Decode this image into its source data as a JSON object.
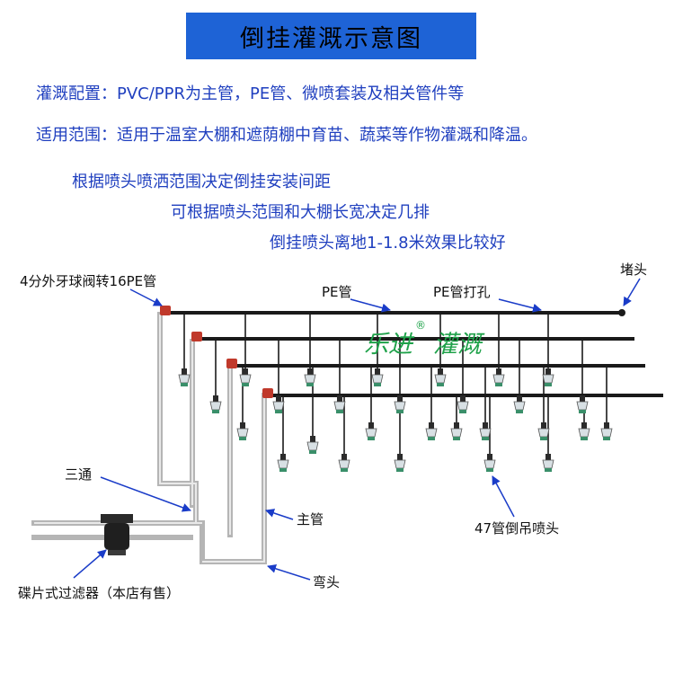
{
  "title": "倒挂灌溉示意图",
  "config_line": "灌溉配置：PVC/PPR为主管，PE管、微喷套装及相关管件等",
  "scope_line": "适用范围：适用于温室大棚和遮荫棚中育苗、蔬菜等作物灌溉和降温。",
  "notes": [
    "根据喷头喷洒范围决定倒挂安装间距",
    "可根据喷头范围和大棚长宽决定几排",
    "倒挂喷头离地1-1.8米效果比较好"
  ],
  "labels": {
    "valve": "4分外牙球阀转16PE管",
    "pe_pipe": "PE管",
    "pe_hole": "PE管打孔",
    "end_plug": "堵头",
    "tee": "三通",
    "main_pipe": "主管",
    "sprinkler": "47管倒吊喷头",
    "elbow": "弯头",
    "filter": "碟片式过滤器（本店有售）"
  },
  "brand": {
    "name": "乐进",
    "mark": "®",
    "suffix": "灌溉"
  },
  "colors": {
    "title_bg": "#1e63d6",
    "text_blue": "#1f3fbf",
    "pipe_dark": "#1a1a1a",
    "pvc_pipe": "#c9c9c9",
    "valve_red": "#c0392b",
    "brand_green": "#1fa24a",
    "arrow_blue": "#1a3cc8"
  }
}
